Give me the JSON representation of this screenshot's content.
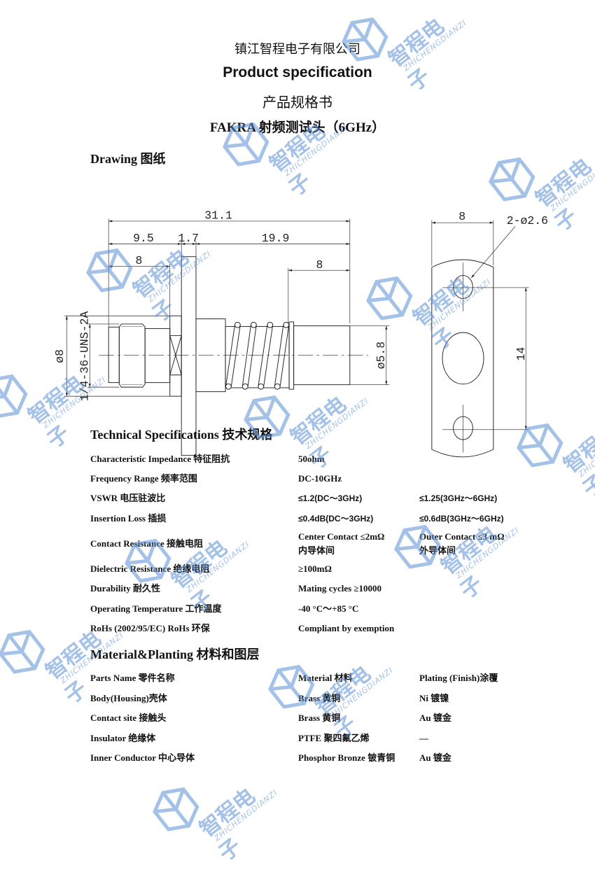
{
  "header": {
    "company": "镇江智程电子有限公司",
    "title_en": "Product specification",
    "title_cn": "产品规格书",
    "product": "FAKRA 射频测试头（6GHz）"
  },
  "drawing": {
    "heading": "Drawing  图纸",
    "dims": {
      "overall": "31.1",
      "d9_5": "9.5",
      "d1_7": "1.7",
      "d19_9": "19.9",
      "d8_left": "8",
      "d8_right": "8",
      "dia5_8": "ø5.8",
      "dia8": "ø8",
      "thread": "1/4-36-UNS-2A",
      "flange_w": "8",
      "holes": "2-ø2.6",
      "hole_pitch": "14"
    }
  },
  "tech": {
    "heading": "Technical Specifications  技术规格",
    "rows": [
      {
        "label": "Characteristic Impedance 特征阻抗",
        "v1": "50ohm",
        "v2": ""
      },
      {
        "label": "Frequency Range 频率范围",
        "v1": "DC-10GHz",
        "v2": ""
      },
      {
        "label": "VSWR 电压驻波比",
        "v1": "≤1.2(DC～3GHz)",
        "v2": "≤1.25(3GHz～6GHz)"
      },
      {
        "label": "Insertion Loss 插损",
        "v1": "≤0.4dB(DC～3GHz)",
        "v2": "≤0.6dB(3GHz～6GHz)"
      },
      {
        "label": "Contact Resistance 接触电阻",
        "v1": "Center Contact ≤2mΩ",
        "v1b": "内导体间",
        "v2": "Outer Contact ≤3 mΩ",
        "v2b": "外导体间"
      },
      {
        "label": "Dielectric Resistance 绝缘电阻",
        "v1": "≥100mΩ",
        "v2": ""
      },
      {
        "label": "Durability 耐久性",
        "v1": "Mating cycles ≥10000",
        "v2": ""
      },
      {
        "label": "Operating Temperature 工作温度",
        "v1": "-40 °C～+85 °C",
        "v2": ""
      },
      {
        "label": "RoHs (2002/95/EC) RoHs 环保",
        "v1": "Compliant by exemption",
        "v2": ""
      }
    ]
  },
  "material": {
    "heading": "Material&Planting  材料和图层",
    "header": {
      "c1": "Parts Name 零件名称",
      "c2": "Material 材料",
      "c3": "Plating (Finish)涂覆"
    },
    "rows": [
      {
        "c1": "Body(Housing)壳体",
        "c2": "Brass 黄铜",
        "c3": "Ni 镀镍"
      },
      {
        "c1": "Contact site 接触头",
        "c2": "Brass 黄铜",
        "c3": "Au 镀金"
      },
      {
        "c1": "Insulator 绝缘体",
        "c2": "PTFE 聚四氟乙烯",
        "c3": "—"
      },
      {
        "c1": "Inner Conductor 中心导体",
        "c2": "Phosphor Bronze 铍青铜",
        "c3": "Au 镀金"
      }
    ]
  },
  "watermark": {
    "cn": "智程电子",
    "en": "ZHICHENGDIANZI",
    "color": "#5b8fd6"
  }
}
